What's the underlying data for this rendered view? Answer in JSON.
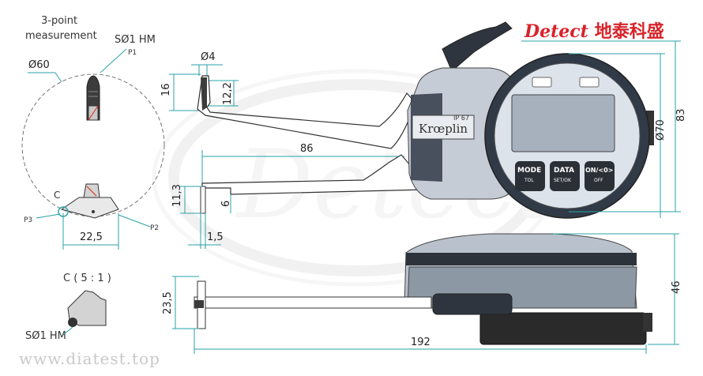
{
  "brand": {
    "name": "Detect",
    "cn": "地泰科盛"
  },
  "watermark_text": "Detect",
  "website": "www.diatest.top",
  "notes": {
    "three_point": "3-point",
    "measurement": "measurement",
    "ball_top": "SØ1 HM",
    "ball_bottom": "SØ1 HM",
    "detail_label": "C",
    "detail_scale": "C ( 5 : 1 )"
  },
  "points": {
    "p1": "P1",
    "p2": "P2",
    "p3": "P3"
  },
  "dims": {
    "d60": "Ø60",
    "d4": "Ø4",
    "d16": "16",
    "d12_2": "12,2",
    "d86": "86",
    "d11_3": "11,3",
    "d6": "6",
    "d1_5": "1,5",
    "d22_5": "22,5",
    "d83": "83",
    "d70": "Ø70",
    "d46": "46",
    "d23_5": "23,5",
    "d192": "192"
  },
  "gauge": {
    "logo": "Krœplin",
    "ip": "IP 67",
    "buttons": [
      {
        "top": "MODE",
        "sub": "TOL"
      },
      {
        "top": "DATA",
        "sub": "SET/OK"
      },
      {
        "top": "ON/<0>",
        "sub": "OFF"
      }
    ]
  }
}
